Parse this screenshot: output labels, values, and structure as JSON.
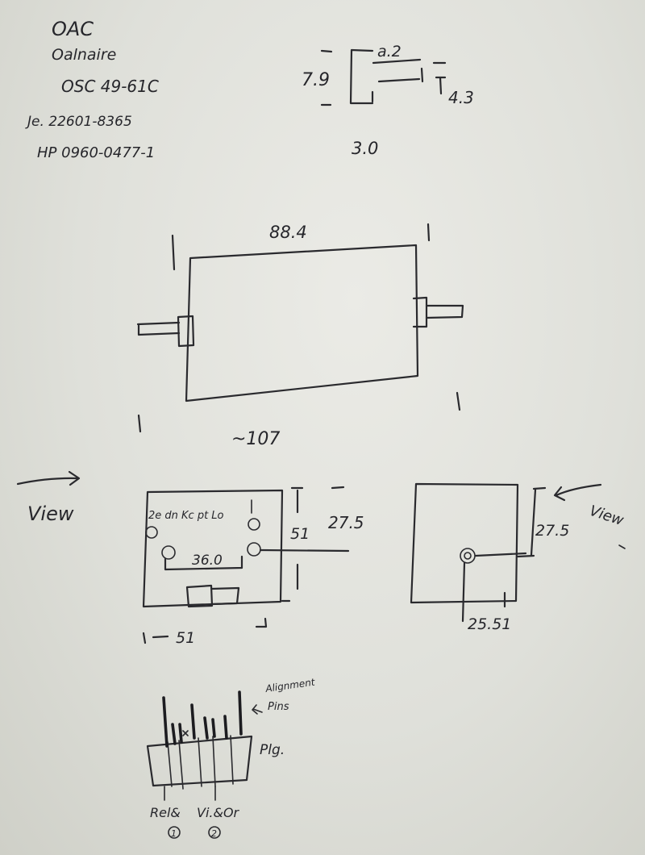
{
  "notes": {
    "line1": "OAC",
    "line2": "Oalnaire",
    "line3": "OSC 49-61C",
    "line4": "Je. 22601-8365",
    "line5": "HP 0960-0477-1"
  },
  "profile_sketch": {
    "dim_width": "a.2",
    "dim_height": "7.9",
    "dim_right": "4.3",
    "dim_bottom": "3.0"
  },
  "side_view": {
    "dim_top": "88.4",
    "dim_bottom": "~107"
  },
  "front_view": {
    "arrow_label": "View",
    "top_labels": "2e  dn  Kc  pt  Lo",
    "dim_hole_spacing": "36.0",
    "dim_height": "51",
    "dim_offset": "27.5",
    "dim_width": "51"
  },
  "rear_view": {
    "arrow_label": "View",
    "dim_height": "27.5",
    "dim_width": "25.51"
  },
  "plug_sketch": {
    "alignment_note_1": "Alignment",
    "alignment_note_2": "Pins",
    "plug_label": "Plg.",
    "label_left": "Rel&",
    "label_right": "Vi.&Or",
    "mark_left": "1",
    "mark_right": "2"
  }
}
